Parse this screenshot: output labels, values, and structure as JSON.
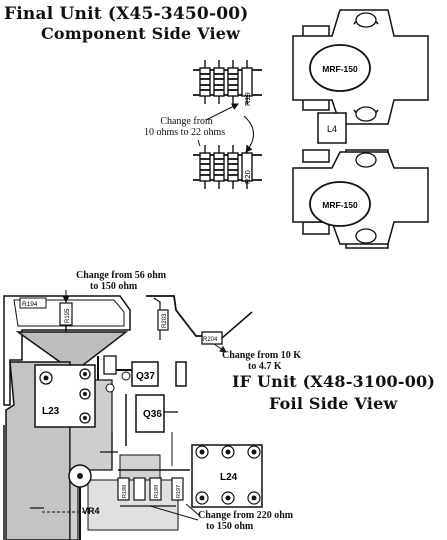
{
  "titles": {
    "final_line1": "Final Unit (X45-3450-00)",
    "final_line2": "Component Side View",
    "if_line1": "IF Unit (X48-3100-00)",
    "if_line2": "Foil Side View"
  },
  "final_unit": {
    "transistor_top": "MRF-150",
    "transistor_bottom": "MRF-150",
    "inductor": "L4",
    "resistor_top": "R19",
    "resistor_bottom": "R20",
    "note_line1": "Change from",
    "note_line2": "10 ohms to 22 ohms"
  },
  "if_unit": {
    "note_56_line1": "Change from 56 ohm",
    "note_56_line2": "to 150 ohm",
    "note_10k_line1": "Change from 10 K",
    "note_10k_line2": "to 4.7 K",
    "note_220_line1": "Change from 220 ohm",
    "note_220_line2": "to 150 ohm",
    "r194": "R194",
    "r195": "R195",
    "r203": "R203",
    "r204": "R204",
    "r198": "R198",
    "r199": "R199",
    "r197": "R197",
    "q37": "Q37",
    "q36": "Q36",
    "l23": "L23",
    "l24": "L24",
    "vr4": "VR4"
  }
}
